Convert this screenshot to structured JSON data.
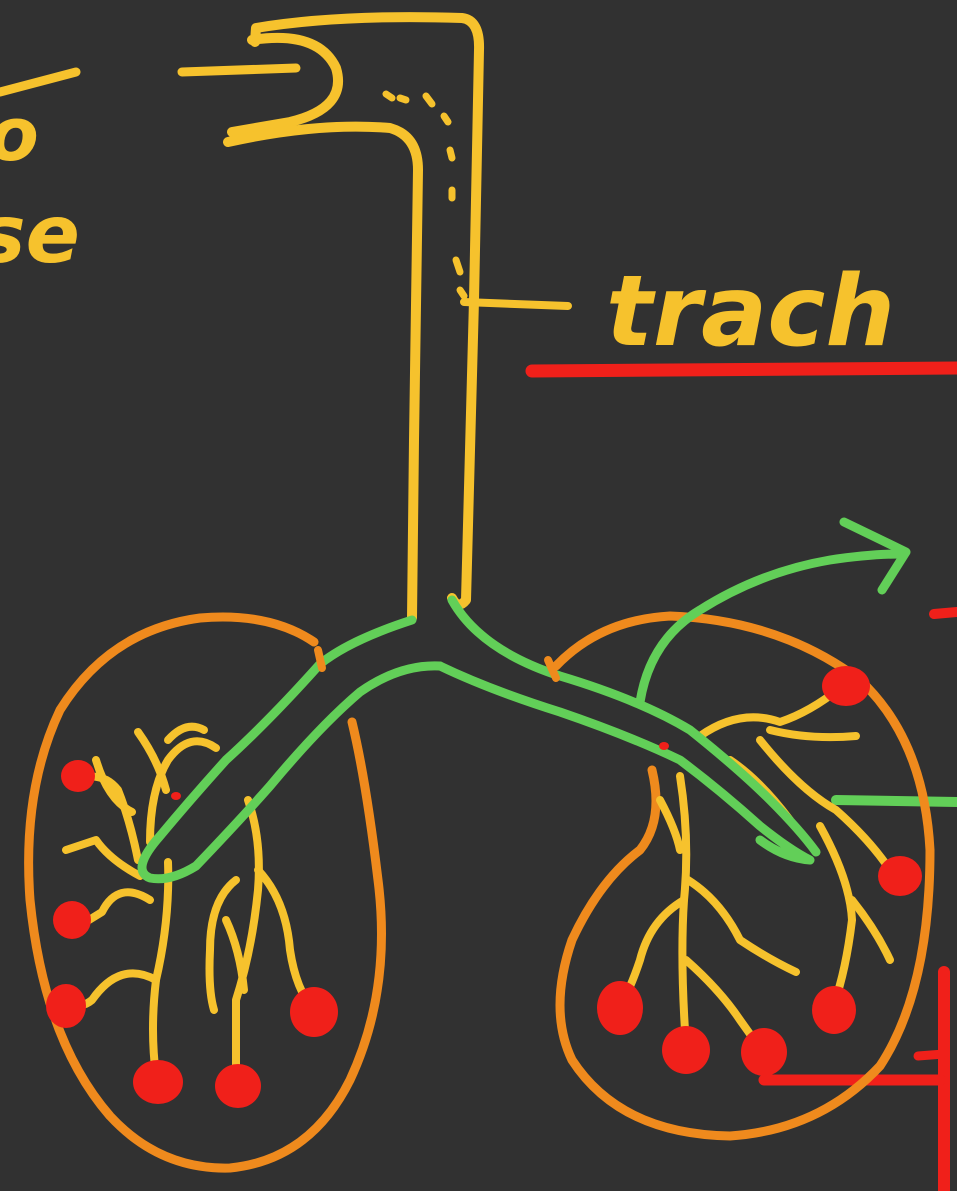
{
  "labels": {
    "trachea": "trach",
    "fragment_top": "o",
    "fragment_mid": "se"
  },
  "colors": {
    "background": "#313131",
    "airway": "#f6c22d",
    "lung_outline": "#ef8a1d",
    "bronchus": "#62cf58",
    "alveoli_and_underline": "#f0201a"
  }
}
